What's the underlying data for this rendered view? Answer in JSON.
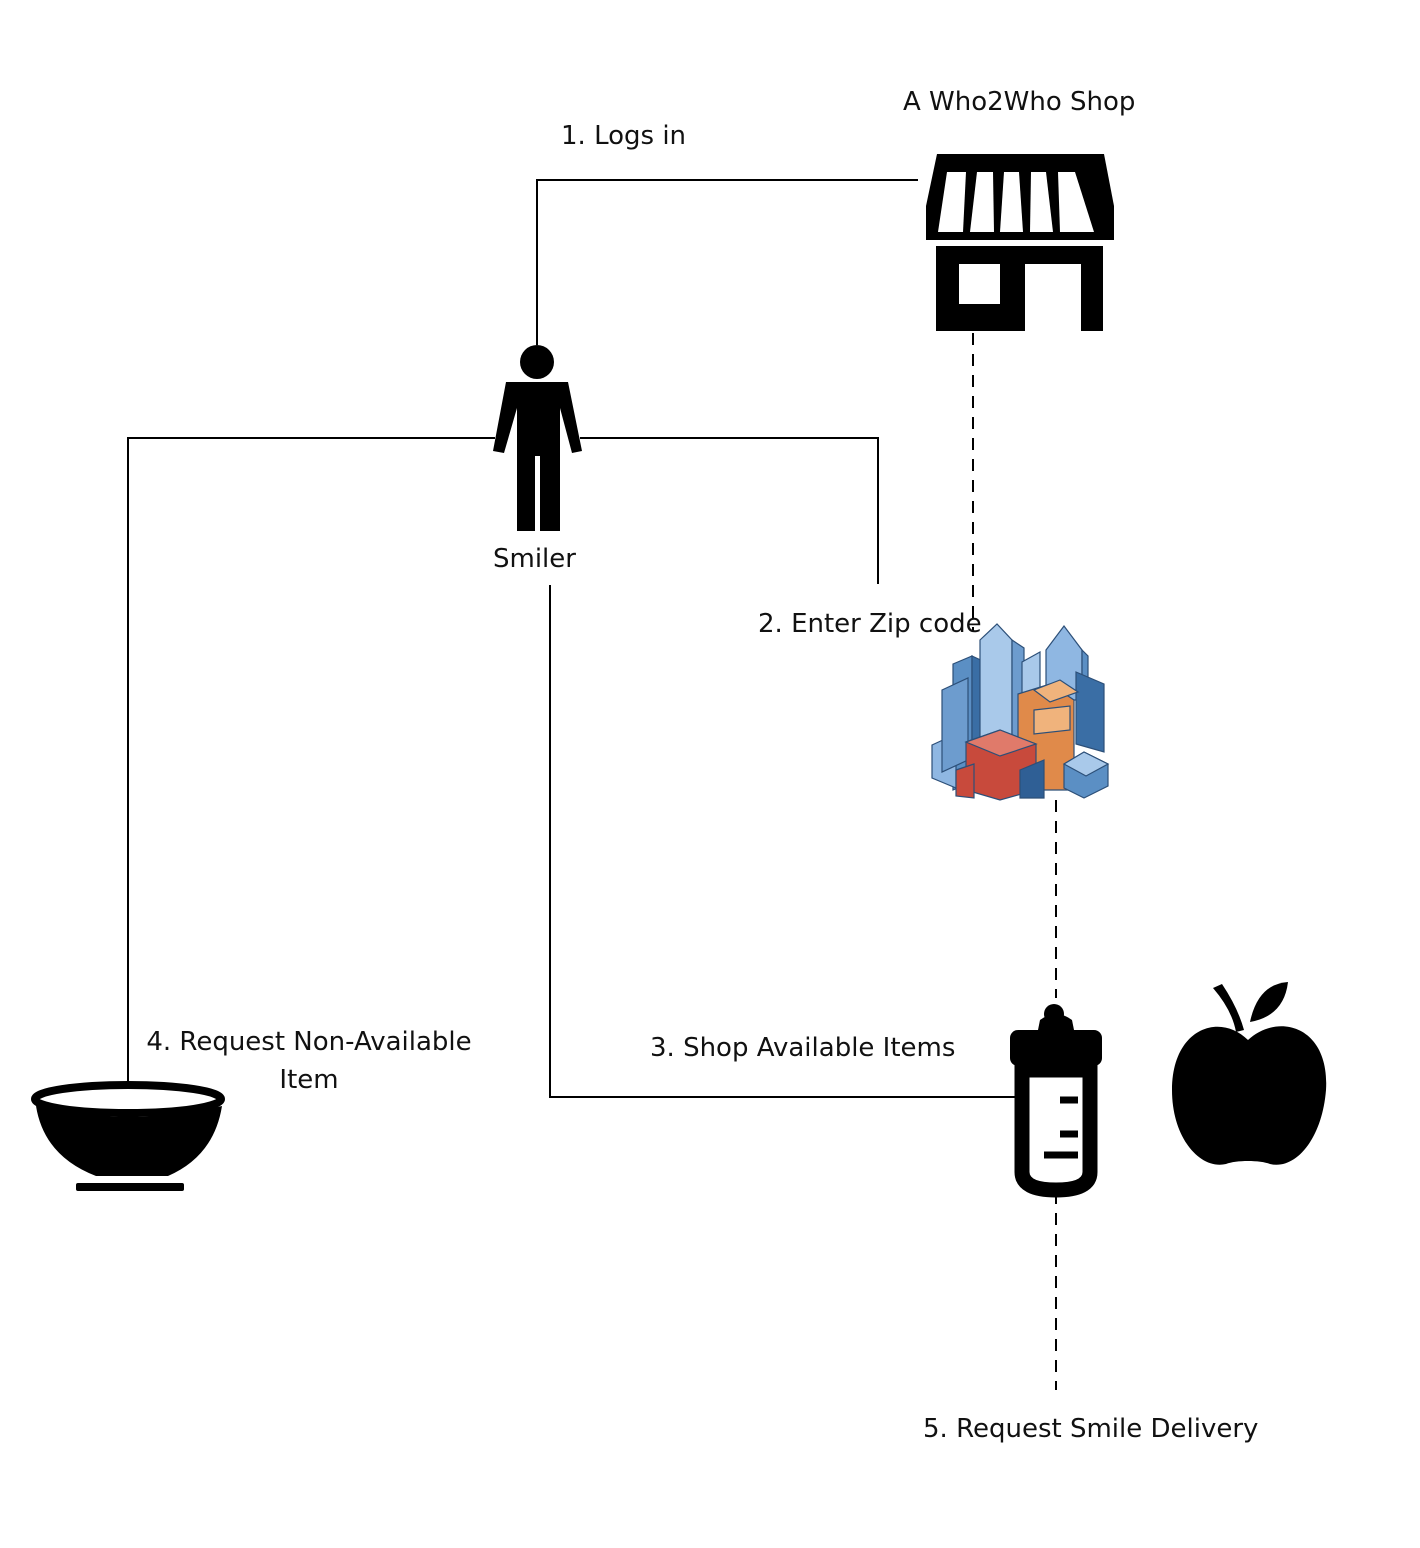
{
  "diagram": {
    "shop_label": "A Who2Who Shop",
    "person_label": "Smiler",
    "steps": {
      "login": "1. Logs in",
      "zip": "2. Enter Zip code",
      "shop": "3. Shop Available Items",
      "request": "4. Request Non-Available Item",
      "delivery": "5. Request Smile Delivery"
    }
  },
  "icons": {
    "shop": "storefront-icon",
    "person": "person-icon",
    "city": "city-buildings-icon",
    "bottle": "baby-bottle-icon",
    "apple": "apple-icon",
    "bowl": "bowl-icon"
  },
  "colors": {
    "ink": "#000000",
    "building_blue": "#5b8fc4",
    "building_orange": "#e08a4a",
    "building_red": "#c84a3c"
  }
}
